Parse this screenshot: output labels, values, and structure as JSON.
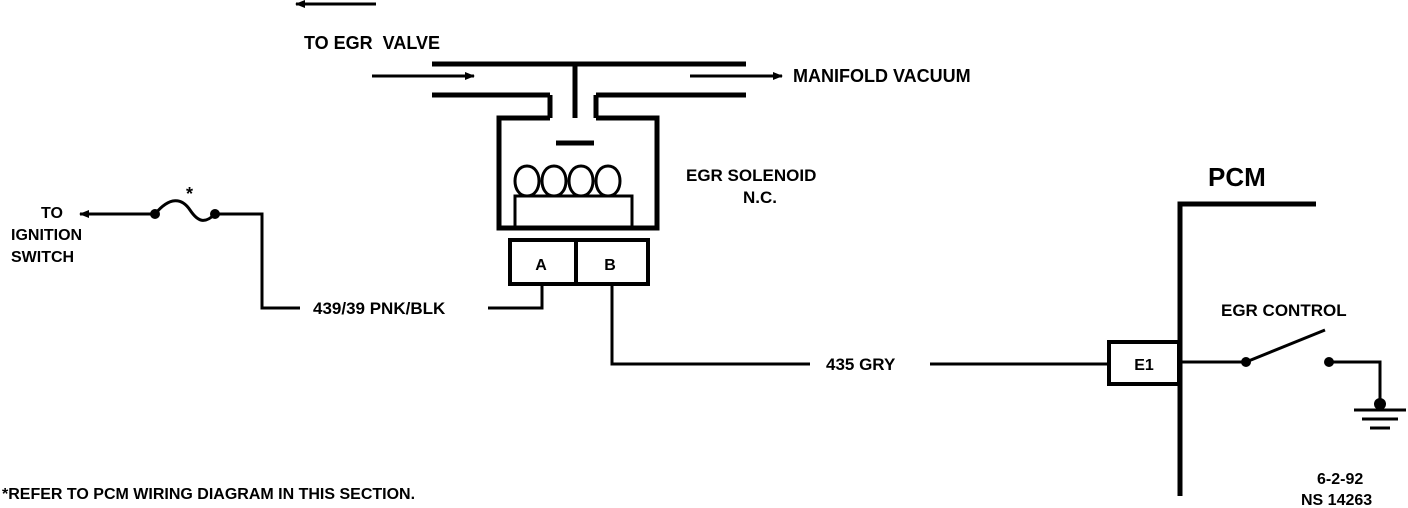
{
  "labels": {
    "to_egr_valve": "TO EGR  VALVE",
    "manifold_vacuum": "MANIFOLD VACUUM",
    "egr_solenoid": "EGR SOLENOID",
    "normally_closed": "N.C.",
    "to": "TO",
    "ignition": "IGNITION",
    "switch": "SWITCH",
    "fuse_asterisk": "*",
    "terminal_a": "A",
    "terminal_b": "B",
    "wire_pnk_blk": "439/39 PNK/BLK",
    "wire_gry": "435 GRY",
    "pcm": "PCM",
    "pin_e1": "E1",
    "egr_control": "EGR CONTROL",
    "footnote": "*REFER TO PCM WIRING DIAGRAM IN THIS SECTION.",
    "date": "6-2-92",
    "code": "NS 14263"
  },
  "colors": {
    "ink": "#000000",
    "paper": "#ffffff"
  }
}
